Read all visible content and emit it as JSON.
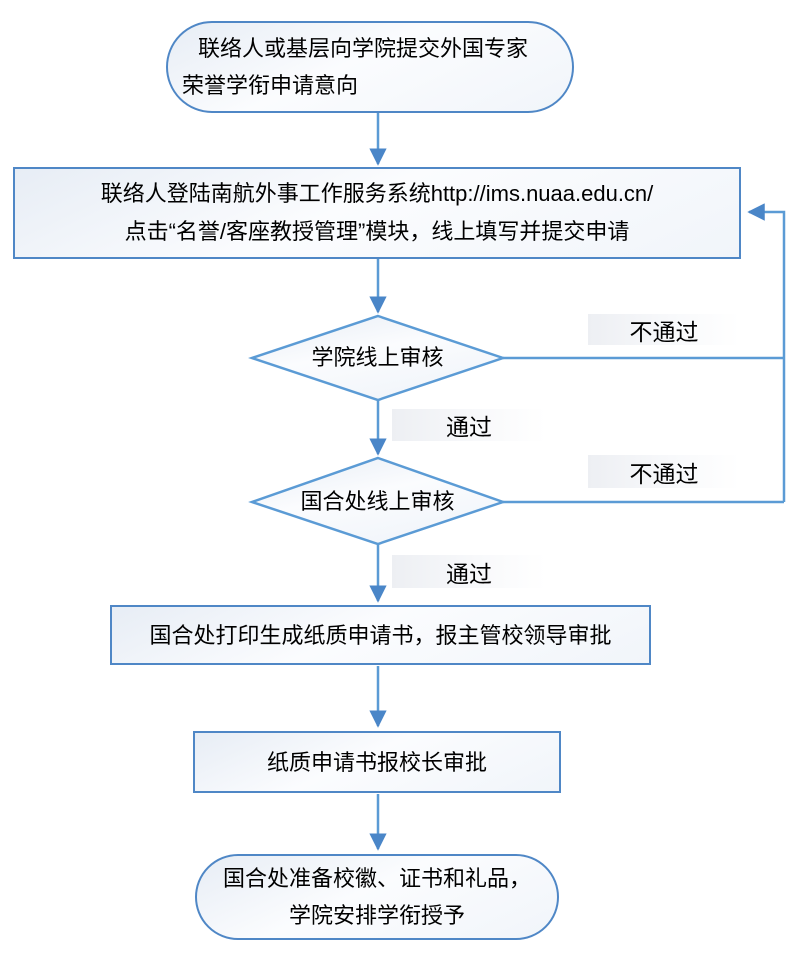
{
  "flowchart": {
    "nodes": {
      "start": {
        "line1": "联络人或基层向学院提交外国专家",
        "line2": "荣誉学衔申请意向"
      },
      "system": {
        "line1": "联络人登陆南航外事工作服务系统http://ims.nuaa.edu.cn/",
        "line2": "点击“名誉/客座教授管理”模块，线上填写并提交申请"
      },
      "review_college": {
        "label": "学院线上审核"
      },
      "review_intl": {
        "label": "国合处线上审核"
      },
      "print": {
        "label": "国合处打印生成纸质申请书，报主管校领导审批"
      },
      "president": {
        "label": "纸质申请书报校长审批"
      },
      "end": {
        "line1": "国合处准备校徽、证书和礼品，",
        "line2": "学院安排学衔授予"
      }
    },
    "labels": {
      "college_fail": "不通过",
      "college_pass": "通过",
      "intl_fail": "不通过",
      "intl_pass": "通过"
    },
    "colors": {
      "line": "#5b9bd5",
      "shape_border": "#4f87c6",
      "arrowhead": "#4a86c8",
      "shape_fill": "#e7edf5",
      "text": "#000000"
    }
  }
}
